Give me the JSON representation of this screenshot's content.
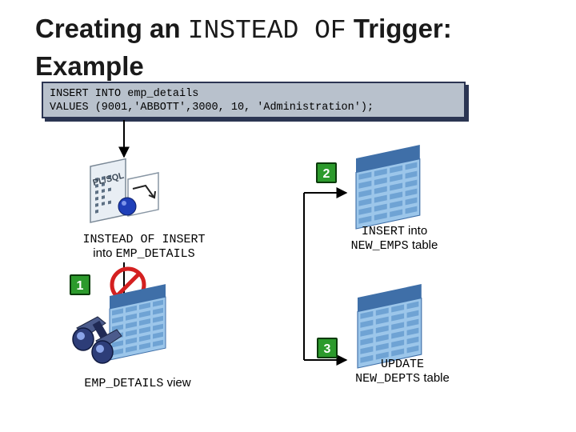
{
  "title": {
    "part1": "Creating an ",
    "code": "INSTEAD OF",
    "part2": " Trigger:",
    "line2": "Example"
  },
  "sql": {
    "line1": "INSERT INTO emp_details",
    "line2": "VALUES (9001,'ABBOTT',3000, 10, 'Administration');"
  },
  "plsql_icon": {
    "text": "PL/SQL"
  },
  "trigger_label": {
    "line1_code": "INSTEAD OF INSERT",
    "line2_prefix": "into ",
    "line2_code": "EMP_DETAILS"
  },
  "view_label": {
    "code": "EMP_DETAILS",
    "suffix": " view"
  },
  "insert_label": {
    "line1_code": "INSERT",
    "line1_suffix": " into",
    "line2_code": "NEW_EMPS",
    "line2_suffix": " table"
  },
  "update_label": {
    "line1_code": "UPDATE",
    "line2_code": "NEW_DEPTS",
    "line2_suffix": " table"
  },
  "badges": {
    "one": "1",
    "two": "2",
    "three": "3"
  },
  "colors": {
    "badge_green": "#2c9a2c",
    "sql_box_fill": "#b8c1cc",
    "sql_box_border": "#2b3552",
    "table_blue": "#7fb2de",
    "no_sign_red": "#d42020"
  },
  "icons": [
    "plsql-document-icon",
    "binoculars-icon",
    "no-entry-icon",
    "table-icon"
  ]
}
